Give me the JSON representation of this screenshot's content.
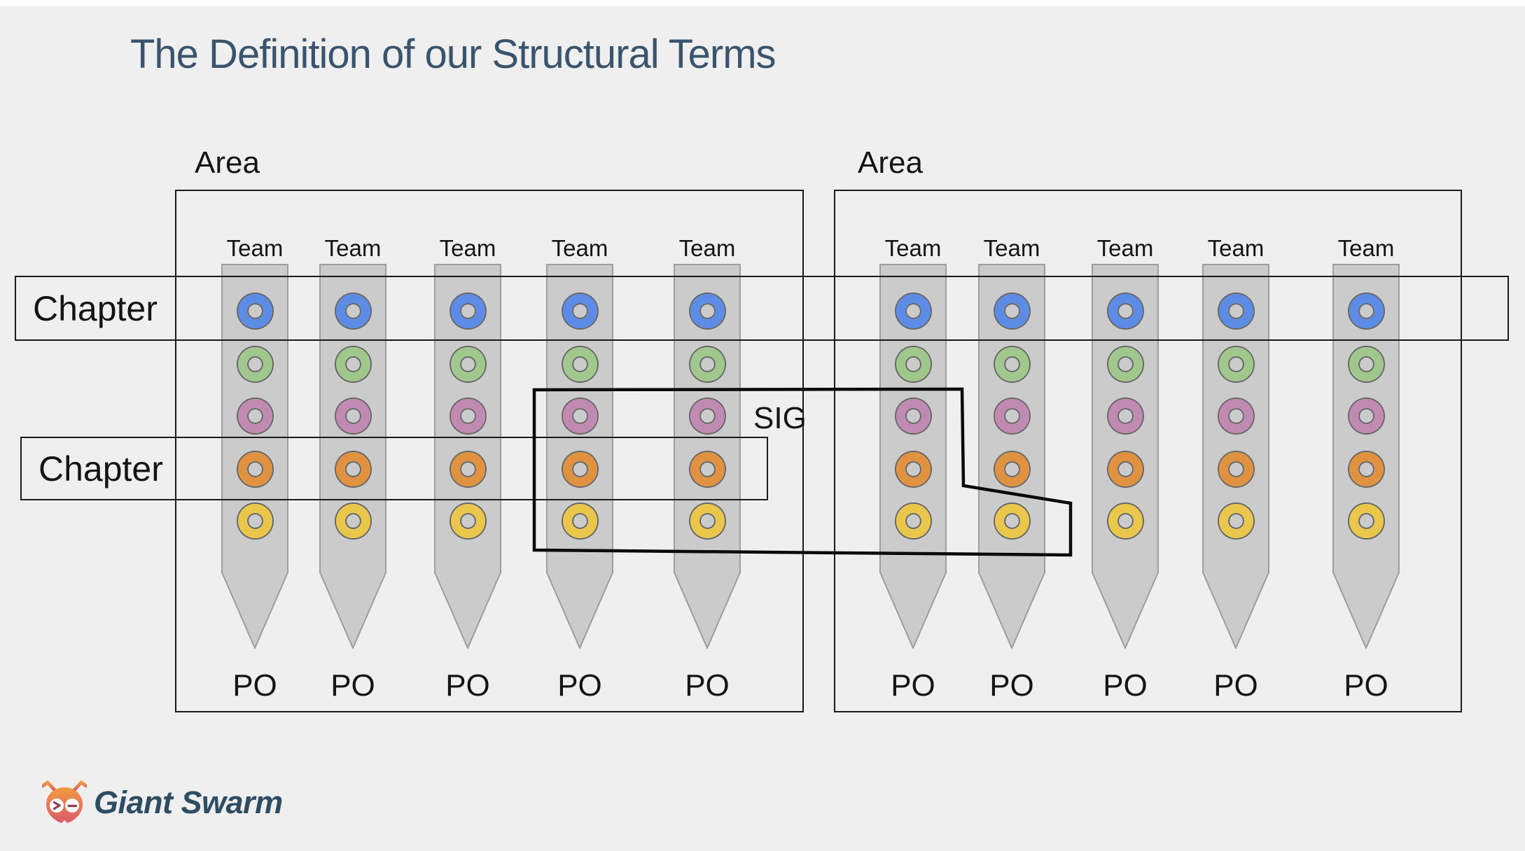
{
  "title": "The Definition of our Structural Terms",
  "areas": [
    {
      "label": "Area",
      "teams": [
        {
          "label": "Team",
          "po": "PO"
        },
        {
          "label": "Team",
          "po": "PO"
        },
        {
          "label": "Team",
          "po": "PO"
        },
        {
          "label": "Team",
          "po": "PO"
        },
        {
          "label": "Team",
          "po": "PO"
        }
      ]
    },
    {
      "label": "Area",
      "teams": [
        {
          "label": "Team",
          "po": "PO"
        },
        {
          "label": "Team",
          "po": "PO"
        },
        {
          "label": "Team",
          "po": "PO"
        },
        {
          "label": "Team",
          "po": "PO"
        },
        {
          "label": "Team",
          "po": "PO"
        }
      ]
    }
  ],
  "chapters": [
    {
      "label": "Chapter"
    },
    {
      "label": "Chapter"
    }
  ],
  "sig": {
    "label": "SIG"
  },
  "ring_colors": [
    {
      "name": "blue",
      "hex": "#5c8ce6"
    },
    {
      "name": "green",
      "hex": "#a0c88c"
    },
    {
      "name": "pink",
      "hex": "#c18ab2"
    },
    {
      "name": "orange",
      "hex": "#e09240"
    },
    {
      "name": "yellow",
      "hex": "#eac74b"
    }
  ],
  "logo": {
    "company": "Giant Swarm"
  },
  "colors": {
    "background": "#efefef",
    "title_text": "#3a546e",
    "diagram_text": "#141414",
    "column_fill": "#cbcbcb",
    "column_stroke": "#9d9d9d",
    "ring_stroke": "#676767",
    "outline_black": "#1a1a1a",
    "logo_text": "#2e4d63",
    "logo_gradient_top": "#f29a3e",
    "logo_gradient_bottom": "#dc5a6a",
    "logo_eye_glyph": "#943c4b"
  }
}
